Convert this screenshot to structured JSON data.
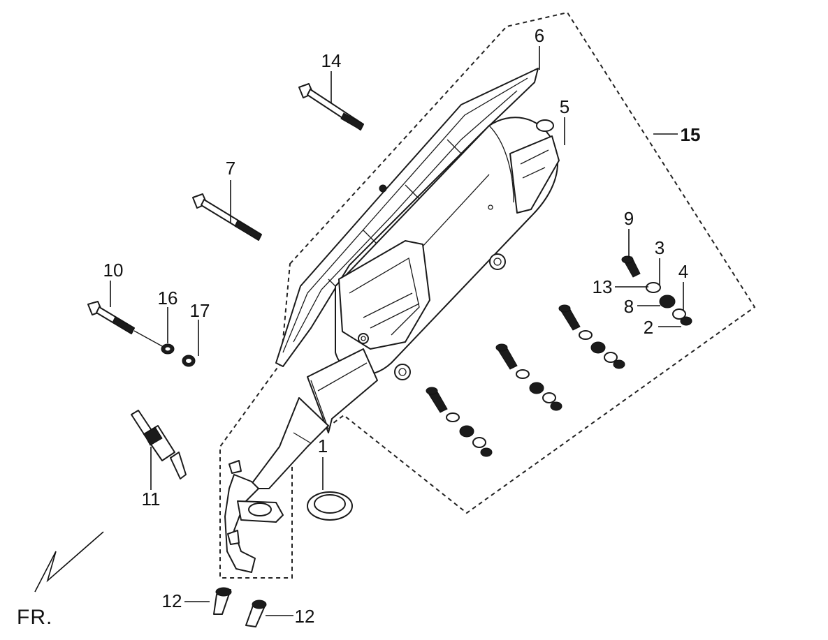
{
  "callouts": {
    "c1": "1",
    "c2": "2",
    "c3": "3",
    "c4": "4",
    "c5": "5",
    "c6": "6",
    "c7": "7",
    "c8": "8",
    "c9": "9",
    "c10": "10",
    "c11": "11",
    "c12a": "12",
    "c12b": "12",
    "c13": "13",
    "c14": "14",
    "c15": "15",
    "c16": "16",
    "c17": "17"
  },
  "direction": {
    "label": "FR."
  }
}
